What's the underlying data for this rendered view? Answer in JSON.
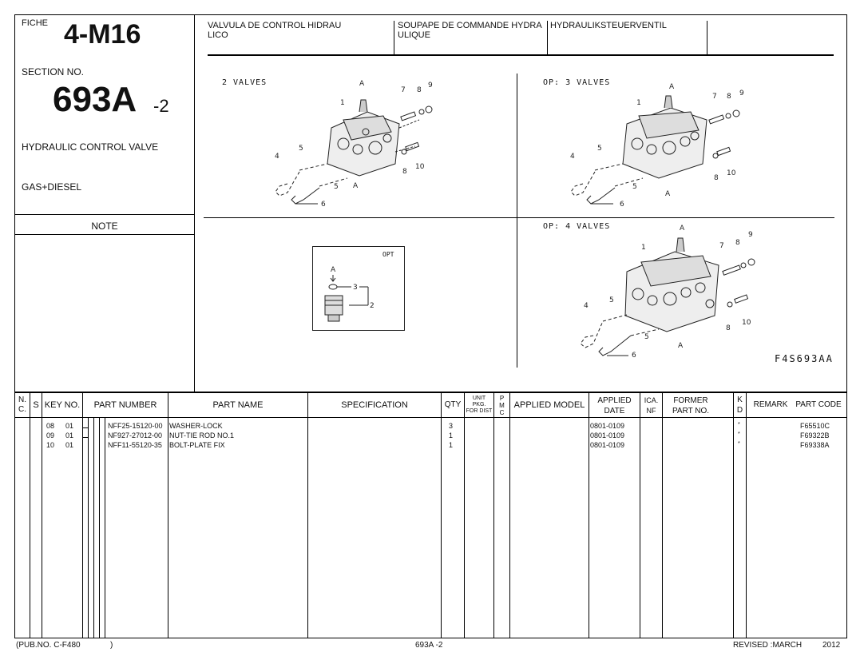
{
  "fiche": {
    "label": "FICHE",
    "value": "4-M16"
  },
  "section": {
    "label": "SECTION NO.",
    "value": "693A",
    "suffix": "-2"
  },
  "title": "HYDRAULIC CONTROL VALVE",
  "fuel": "GAS+DIESEL",
  "note_label": "NOTE",
  "translations": [
    {
      "text_line1": "VALVULA DE CONTROL HIDRAU",
      "text_line2": "LICO"
    },
    {
      "text_line1": "SOUPAPE DE COMMANDE HYDRA",
      "text_line2": "ULIQUE"
    },
    {
      "text_line1": "HYDRAULIKSTEUERVENTIL",
      "text_line2": ""
    }
  ],
  "diagrams": {
    "two_valves": "2 VALVES",
    "three_valves": "OP: 3 VALVES",
    "four_valves": "OP: 4 VALVES",
    "opt": "OPT",
    "figure_code": "F4S693AA",
    "callouts": {
      "n1": "1",
      "n2": "2",
      "n3": "3",
      "n4": "4",
      "n5": "5",
      "n6": "6",
      "n7": "7",
      "n8": "8",
      "n9": "9",
      "n10": "10",
      "a": "A"
    }
  },
  "table": {
    "headers": {
      "nc": "N.\nC.",
      "nc1": "N.",
      "nc2": "C.",
      "s": "S",
      "key_no": "KEY NO.",
      "part_number": "PART NUMBER",
      "part_name": "PART NAME",
      "specification": "SPECIFICATION",
      "qty": "QTY",
      "unit_pkg1": "UNIT",
      "unit_pkg2": "PKG.",
      "unit_pkg3": "FOR DIST",
      "pmc1": "P",
      "pmc2": "M",
      "pmc3": "C",
      "applied_model": "APPLIED MODEL",
      "applied_date1": "APPLIED",
      "applied_date2": "DATE",
      "icanf1": "ICA.",
      "icanf2": "NF",
      "former1": "FORMER",
      "former2": "PART NO.",
      "kd1": "K",
      "kd2": "D",
      "remark": "REMARK",
      "part_code": "PART CODE"
    },
    "rows": [
      {
        "key": "08",
        "sub": "01",
        "part_number": "NFF25-15120-00",
        "part_name": "WASHER-LOCK",
        "qty": "3",
        "applied_date": "0801-0109",
        "kd": "*",
        "part_code": "F65510C"
      },
      {
        "key": "09",
        "sub": "01",
        "part_number": "NF927-27012-00",
        "part_name": "NUT-TIE ROD NO.1",
        "qty": "1",
        "applied_date": "0801-0109",
        "kd": "*",
        "part_code": "F69322B"
      },
      {
        "key": "10",
        "sub": "01",
        "part_number": "NFF11-55120-35",
        "part_name": "BOLT-PLATE FIX",
        "qty": "1",
        "applied_date": "0801-0109",
        "kd": "*",
        "part_code": "F69338A"
      }
    ]
  },
  "footer": {
    "pub_no": "(PUB.NO. C-F480",
    "pub_close": ")",
    "page": "693A -2",
    "revised_label": "REVISED :MARCH",
    "revised_year": "2012"
  }
}
